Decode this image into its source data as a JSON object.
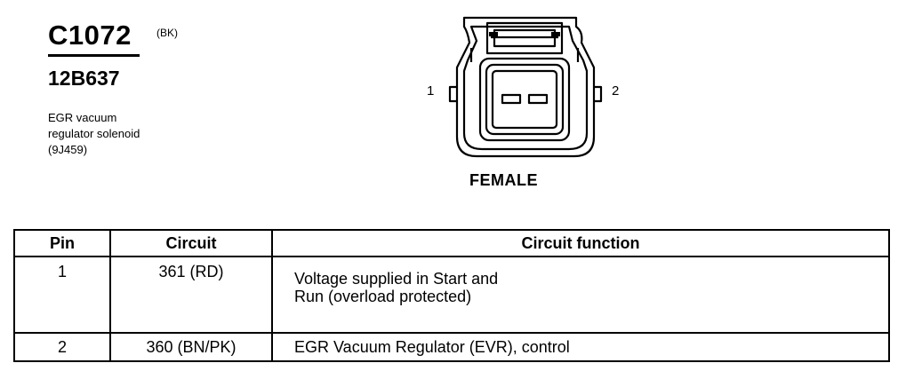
{
  "connector": {
    "id": "C1072",
    "color": "(BK)",
    "part_number": "12B637",
    "description_lines": [
      "EGR vacuum",
      "regulator solenoid",
      "(9J459)"
    ],
    "gender": "FEMALE",
    "pin_labels": [
      "1",
      "2"
    ]
  },
  "table": {
    "headers": [
      "Pin",
      "Circuit",
      "Circuit function"
    ],
    "rows": [
      {
        "pin": "1",
        "circuit": "361 (RD)",
        "function_lines": [
          "Voltage supplied in Start and",
          "Run (overload protected)"
        ]
      },
      {
        "pin": "2",
        "circuit": "360 (BN/PK)",
        "function_lines": [
          "EGR Vacuum Regulator (EVR), control"
        ]
      }
    ]
  }
}
